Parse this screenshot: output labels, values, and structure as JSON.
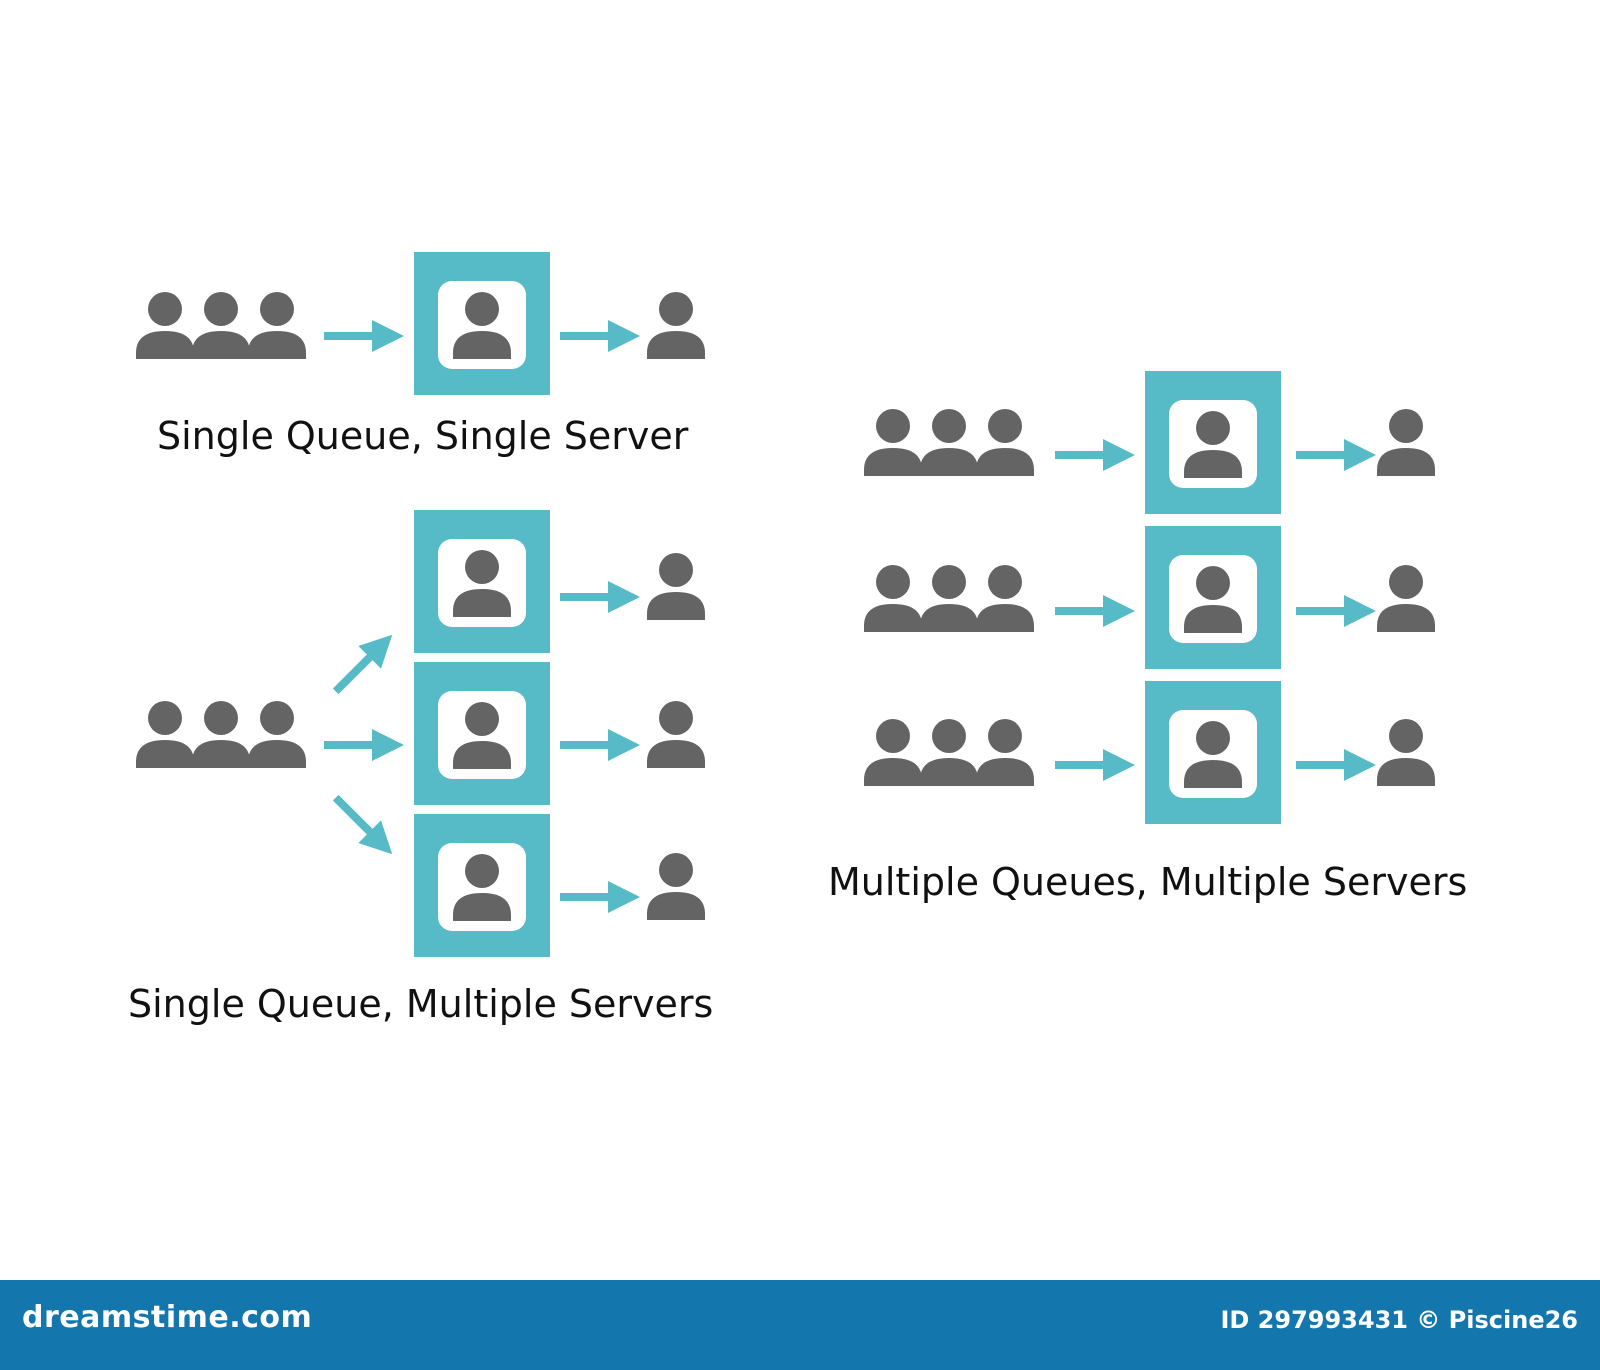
{
  "colors": {
    "person": "#646464",
    "server": "#56bbc7",
    "arrow": "#56bbc7",
    "card": "#ffffff"
  },
  "sections": {
    "single_queue_single_server": {
      "caption": "Single Queue, Single Server"
    },
    "single_queue_multiple_servers": {
      "caption": "Single Queue, Multiple Servers"
    },
    "multiple_queues_multiple_servers": {
      "caption": "Multiple Queues, Multiple Servers"
    }
  },
  "footer": {
    "brand": "dreamstime.com",
    "id_text": "ID 297993431",
    "author_text": "© Piscine26"
  }
}
